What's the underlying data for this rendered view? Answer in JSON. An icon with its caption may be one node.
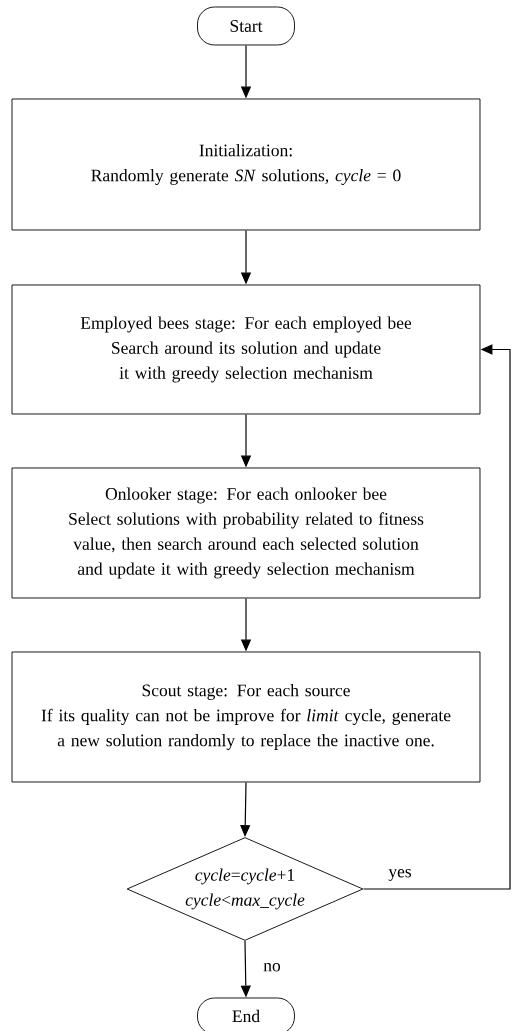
{
  "diagram": {
    "nodes": [
      {
        "text": [
          "Start"
        ]
      },
      {
        "text": [
          "Initialization:",
          "Randomly generate *SN* solutions, *cycle* = 0"
        ]
      },
      {
        "text": [
          "Employed bees stage: For each employed bee",
          "Search around its solution and update it with greedy selection mechanism"
        ]
      },
      {
        "text": [
          "Onlooker stage: For each onlooker bee",
          "Select solutions with probability related to fitness value, then search around each selected solution and update it with greedy selection mechanism"
        ]
      },
      {
        "text": [
          "Scout stage: For each source",
          "If its quality can not be improve for *limit* cycle, generate a new solution randomly to replace the inactive one."
        ]
      },
      {
        "text": [
          "*cycle*=*cycle*+1",
          "*cycle*<*max_cycle*"
        ]
      },
      {
        "text": [
          "End"
        ]
      }
    ],
    "edges": [
      {
        "from": 0,
        "to": 1,
        "arrow": "to"
      },
      {
        "from": 1,
        "to": 2,
        "arrow": "to"
      },
      {
        "from": 2,
        "to": 3,
        "arrow": "to"
      },
      {
        "from": 3,
        "to": 4,
        "arrow": "to"
      },
      {
        "from": 4,
        "to": 5,
        "arrow": "to"
      },
      {
        "from": 5,
        "to": 6,
        "arrow": "to",
        "label": "no"
      },
      {
        "from": 5,
        "to": 2,
        "arrow": "to",
        "label": "yes"
      }
    ]
  }
}
